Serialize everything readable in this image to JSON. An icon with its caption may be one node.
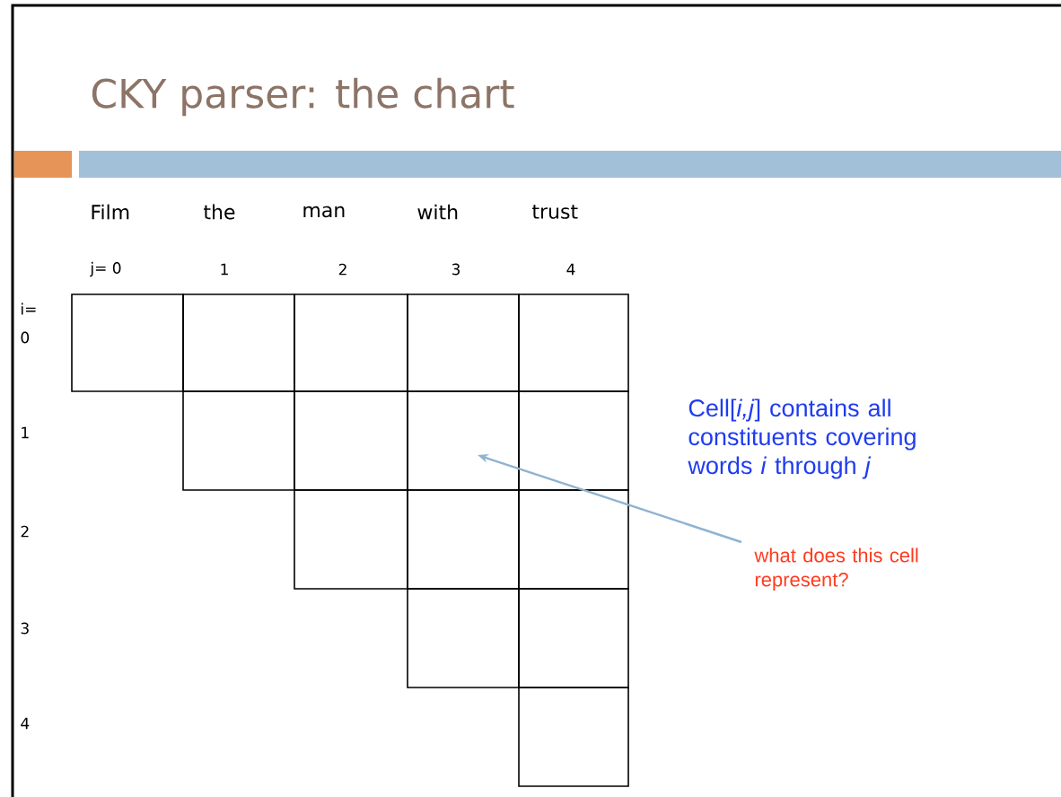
{
  "diagram": {
    "title": "CKY parser: the chart",
    "nodes": [
      {
        "text": [],
        "shape": "box"
      },
      {
        "text": [],
        "shape": "box"
      },
      {
        "text": [],
        "shape": "box"
      },
      {
        "text": [],
        "shape": "box"
      },
      {
        "text": [],
        "shape": "box"
      },
      {
        "text": [],
        "shape": "box"
      },
      {
        "text": [],
        "shape": "box"
      },
      {
        "text": [],
        "shape": "box"
      },
      {
        "text": [],
        "shape": "box"
      },
      {
        "text": [],
        "shape": "box"
      },
      {
        "text": [],
        "shape": "box"
      },
      {
        "text": [],
        "shape": "box"
      },
      {
        "text": [],
        "shape": "box"
      },
      {
        "text": [],
        "shape": "box"
      },
      {
        "text": [],
        "shape": "box"
      },
      {
        "text": [
          "what does this cell represent?"
        ]
      }
    ],
    "edges": [
      {
        "from": 15,
        "to": 7,
        "arrow": "to",
        "color": "#8fb3d1"
      }
    ],
    "labels": [
      "Film",
      "the",
      "man",
      "with",
      "trust",
      "j= 0",
      "1",
      "2",
      "3",
      "4",
      "i=",
      "0",
      "1",
      "2",
      "3",
      "4",
      "Cell[*i,j*] contains all constituents covering words *i* through *j*"
    ]
  }
}
